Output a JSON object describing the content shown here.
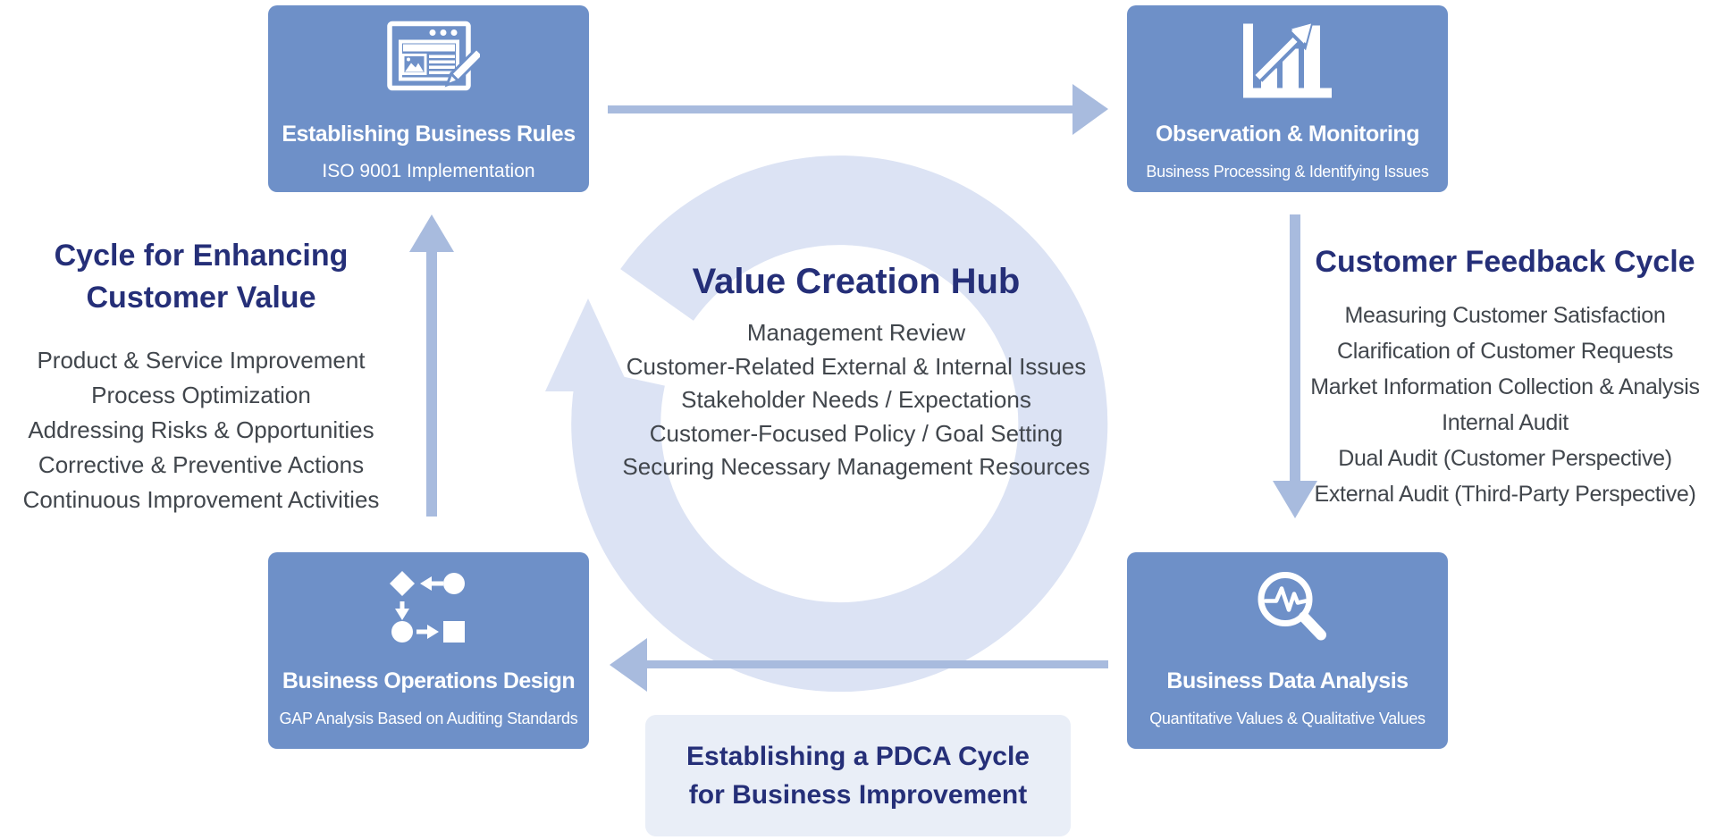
{
  "colors": {
    "box_blue": "#6E90C8",
    "arrow": "#A8BBDE",
    "ring": "#DCE3F4",
    "heading_navy": "#252F78",
    "body_text": "#41464C",
    "pdca_background": "#E9EEF7"
  },
  "boxes": {
    "top_left": {
      "title": "Establishing Business Rules",
      "subtitle": "ISO 9001 Implementation",
      "icon": "document-edit-icon"
    },
    "top_right": {
      "title": "Observation & Monitoring",
      "subtitle": "Business Processing & Identifying Issues",
      "icon": "bar-chart-growth-icon"
    },
    "bottom_left": {
      "title": "Business Operations Design",
      "subtitle": "GAP Analysis Based on Auditing Standards",
      "icon": "flowchart-icon"
    },
    "bottom_right": {
      "title": "Business Data Analysis",
      "subtitle": "Quantitative Values & Qualitative Values",
      "icon": "magnifier-pulse-icon"
    }
  },
  "left_panel": {
    "heading_line1": "Cycle for Enhancing",
    "heading_line2": "Customer Value",
    "items": [
      "Product & Service Improvement",
      "Process Optimization",
      "Addressing Risks & Opportunities",
      "Corrective & Preventive Actions",
      "Continuous Improvement Activities"
    ]
  },
  "right_panel": {
    "heading": "Customer Feedback Cycle",
    "items": [
      "Measuring Customer Satisfaction",
      "Clarification of Customer Requests",
      "Market Information Collection & Analysis",
      "Internal Audit",
      "Dual Audit (Customer Perspective)",
      "External Audit (Third-Party Perspective)"
    ]
  },
  "center_hub": {
    "title": "Value Creation Hub",
    "items": [
      "Management Review",
      "Customer-Related External & Internal Issues",
      "Stakeholder Needs / Expectations",
      "Customer-Focused Policy / Goal Setting",
      "Securing Necessary Management Resources"
    ]
  },
  "footer_box": {
    "line1": "Establishing a PDCA Cycle",
    "line2": "for Business Improvement"
  }
}
